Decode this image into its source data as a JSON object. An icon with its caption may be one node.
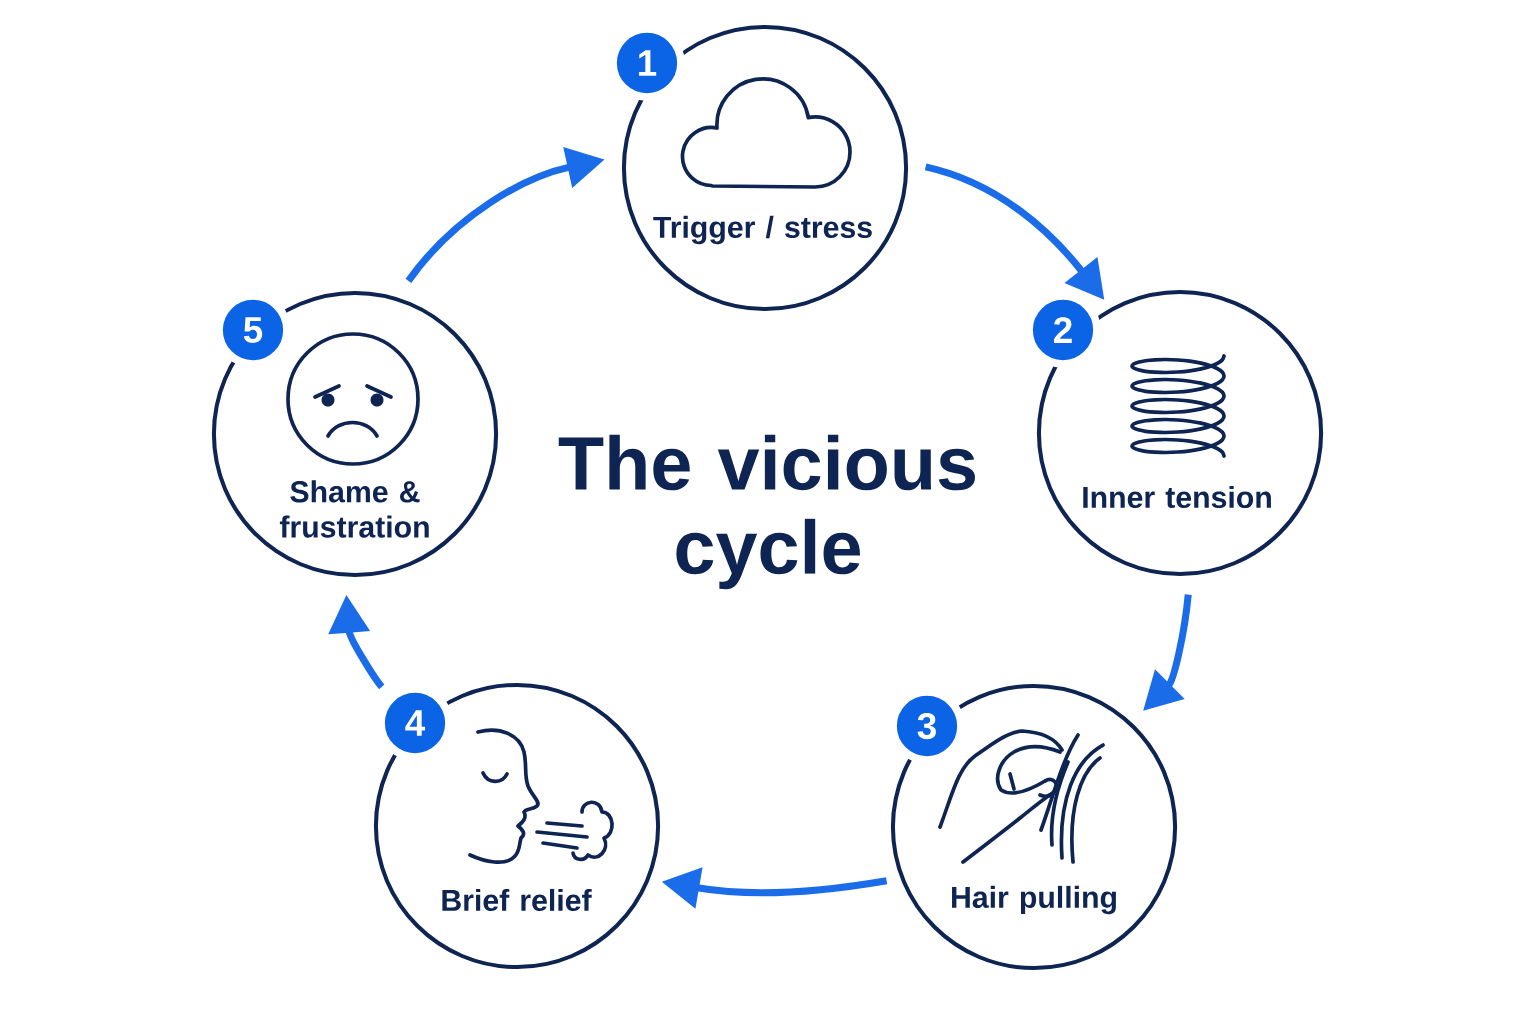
{
  "diagram": {
    "title": "The vicious cycle",
    "nodes": [
      {
        "text": [
          "1",
          "Trigger / stress"
        ]
      },
      {
        "text": [
          "2",
          "Inner tension"
        ]
      },
      {
        "text": [
          "3",
          "Hair pulling"
        ]
      },
      {
        "text": [
          "4",
          "Brief relief"
        ]
      },
      {
        "text": [
          "5",
          "Shame & frustration"
        ]
      }
    ],
    "edges": [
      {
        "from": 0,
        "to": 1,
        "arrow": "to"
      },
      {
        "from": 1,
        "to": 2,
        "arrow": "to"
      },
      {
        "from": 2,
        "to": 3,
        "arrow": "to"
      },
      {
        "from": 3,
        "to": 4,
        "arrow": "to"
      },
      {
        "from": 4,
        "to": 0,
        "arrow": "to"
      }
    ]
  }
}
